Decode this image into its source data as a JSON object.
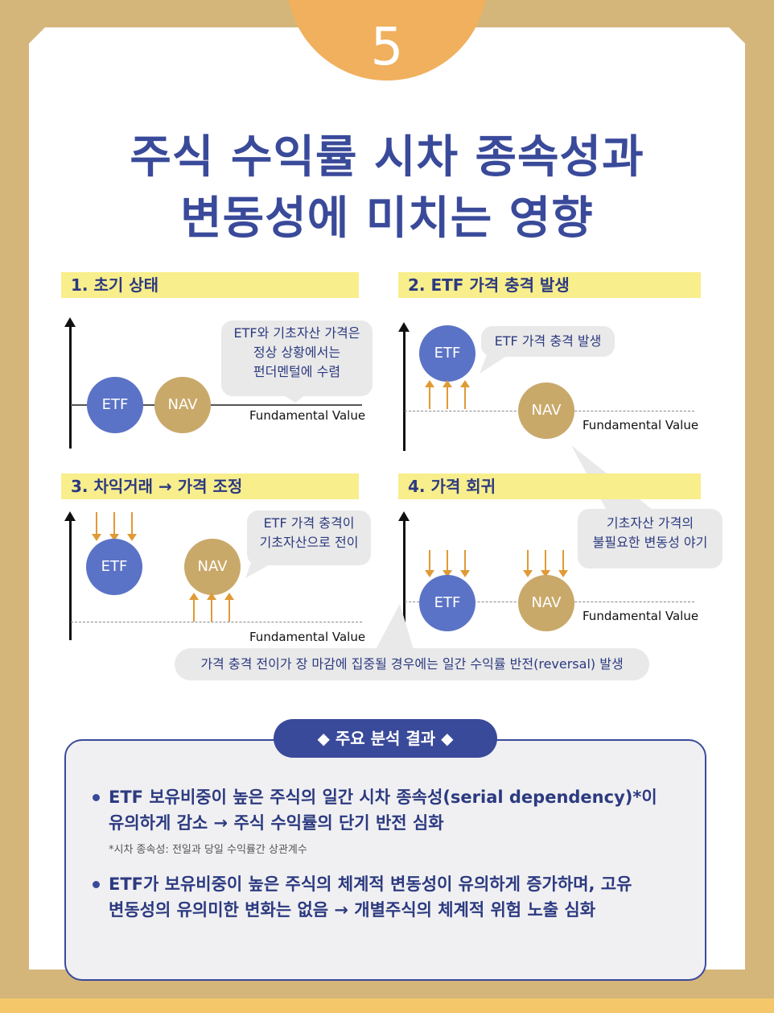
{
  "badge": {
    "number": "5"
  },
  "title": {
    "line1": "주식 수익률 시차 종속성과",
    "line2": "변동성에 미치는 영향"
  },
  "panels": [
    {
      "heading": "1. 초기 상태",
      "etf": "ETF",
      "nav": "NAV",
      "fundamental": "Fundamental Value",
      "bubble": [
        "ETF와 기초자산 가격은",
        "정상 상황에서는",
        "펀더멘털에 수렴"
      ]
    },
    {
      "heading": "2. ETF 가격 충격 발생",
      "etf": "ETF",
      "nav": "NAV",
      "fundamental": "Fundamental Value",
      "bubble": [
        "ETF 가격 충격 발생"
      ]
    },
    {
      "heading": "3. 차익거래 → 가격 조정",
      "etf": "ETF",
      "nav": "NAV",
      "fundamental": "Fundamental Value",
      "bubble": [
        "ETF 가격 충격이",
        "기초자산으로 전이"
      ]
    },
    {
      "heading": "4. 가격 회귀",
      "etf": "ETF",
      "nav": "NAV",
      "fundamental": "Fundamental Value",
      "bubble": [
        "기초자산 가격의",
        "불필요한 변동성 야기"
      ]
    }
  ],
  "reversal_note": "가격 충격 전이가 장 마감에 집중될 경우에는 일간 수익률 반전(reversal) 발생",
  "findings": {
    "tag": "◆    주요 분석 결과    ◆",
    "item1": [
      "ETF 보유비중이 높은 주식의 일간 시차 종속성(serial dependency)*이",
      "유의하게 감소 → 주식 수익률의 단기 반전 심화"
    ],
    "footnote": "*시차 종속성: 전일과 당일 수익률간 상관계수",
    "item2": [
      "ETF가 보유비중이 높은 주식의 체계적 변동성이 유의하게 증가하며, 고유",
      "변동성의 유의미한 변화는 없음 → 개별주식의 체계적 위험 노출 심화"
    ]
  }
}
